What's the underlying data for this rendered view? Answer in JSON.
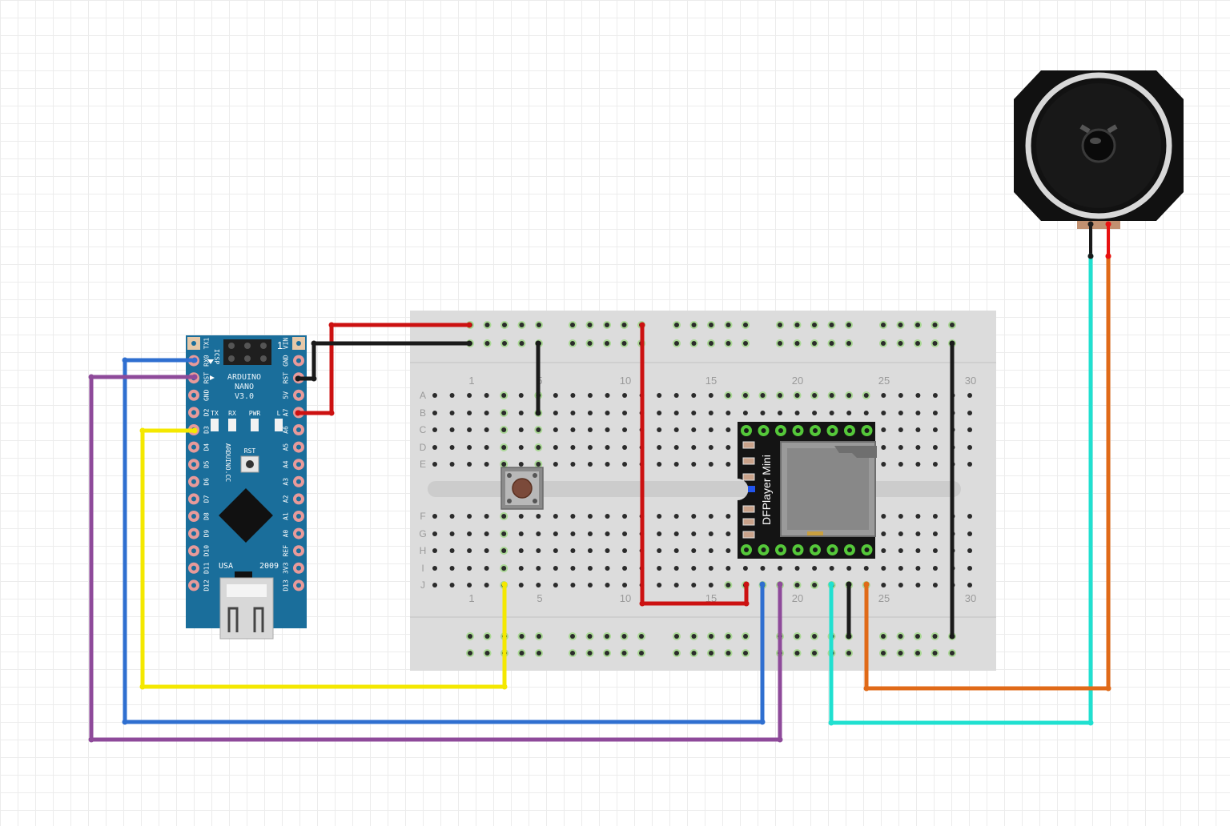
{
  "breadboard": {
    "column_numbers_top": [
      "1",
      "5",
      "10",
      "15",
      "20",
      "25",
      "30"
    ],
    "column_numbers_bottom": [
      "1",
      "5",
      "10",
      "15",
      "20",
      "25",
      "30"
    ],
    "row_letters_top": [
      "A",
      "B",
      "C",
      "D",
      "E"
    ],
    "row_letters_bottom": [
      "F",
      "G",
      "H",
      "I",
      "J"
    ]
  },
  "arduino": {
    "title_line1": "ARDUINO",
    "title_line2": "NANO",
    "title_line3": "V3.0",
    "icsp_label": "ICSP",
    "pin1_label": "1",
    "leds": [
      "TX",
      "RX",
      "PWR",
      "L"
    ],
    "rst_label": "RST",
    "brand": "ARDUINO.CC",
    "country": "USA",
    "year": "2009",
    "left_pins": [
      "TX1",
      "RX0",
      "RST",
      "GND",
      "D2",
      "D3",
      "D4",
      "D5",
      "D6",
      "D7",
      "D8",
      "D9",
      "D10",
      "D11",
      "D12"
    ],
    "right_pins": [
      "VIN",
      "GND",
      "RST",
      "5V",
      "A7",
      "A6",
      "A5",
      "A4",
      "A3",
      "A2",
      "A1",
      "A0",
      "REF",
      "3V3",
      "D13"
    ]
  },
  "dfplayer": {
    "label": "DFPlayer Mini"
  },
  "wire_colors": {
    "red": "#cc1111",
    "black": "#1a1a1a",
    "blue": "#2f6fd0",
    "purple": "#8e4a9a",
    "yellow": "#f4e800",
    "cyan": "#20e0d0",
    "orange": "#e06a18"
  },
  "icons": [
    "breadboard",
    "arduino-nano",
    "push-button",
    "dfplayer-mini",
    "speaker"
  ]
}
